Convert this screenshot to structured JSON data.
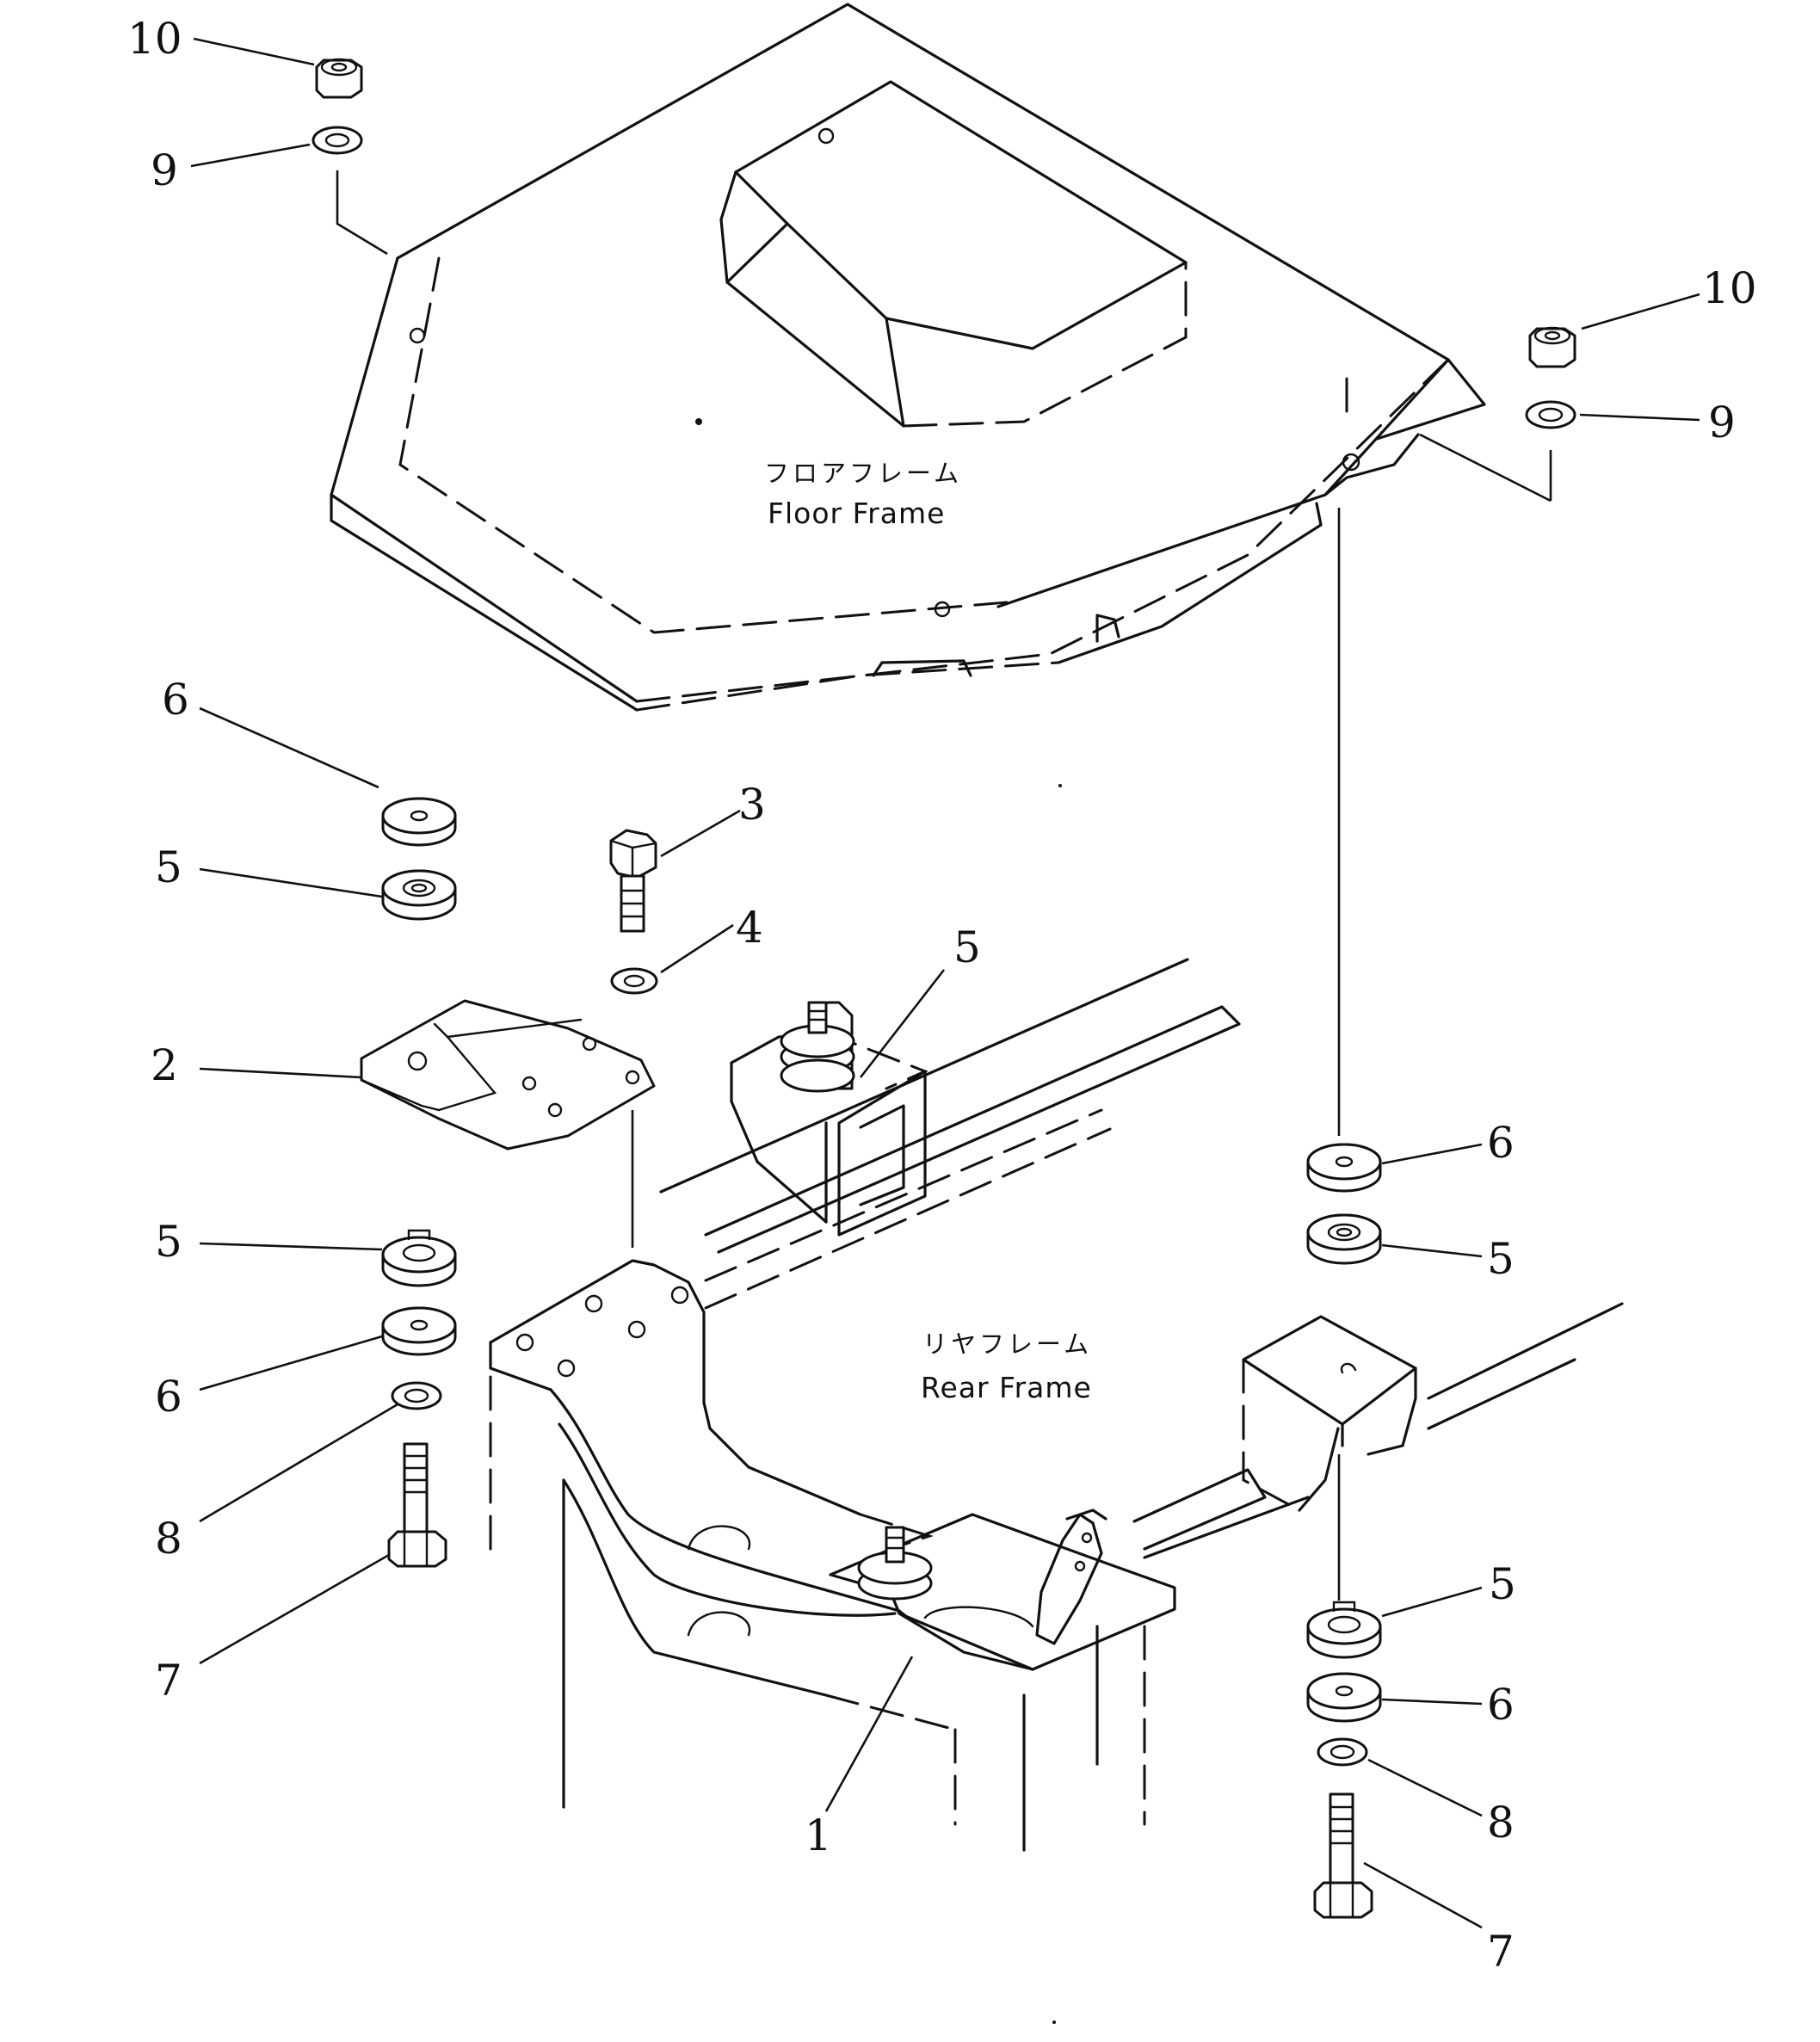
{
  "frames": {
    "floor_jp": "フロアフレーム",
    "floor_en": "Floor Frame",
    "rear_jp": "リヤフレーム",
    "rear_en": "Rear Frame"
  },
  "callouts": {
    "c10a": "10",
    "c9a": "9",
    "c10b": "10",
    "c9b": "9",
    "c6a": "6",
    "c5a": "5",
    "c3": "3",
    "c4": "4",
    "c5b": "5",
    "c2": "2",
    "c6b": "6",
    "c5c": "5",
    "c5d": "5",
    "c6c": "6",
    "c8a": "8",
    "c7a": "7",
    "c5e": "5",
    "c6d": "6",
    "c8b": "8",
    "c7b": "7",
    "c1": "1"
  }
}
